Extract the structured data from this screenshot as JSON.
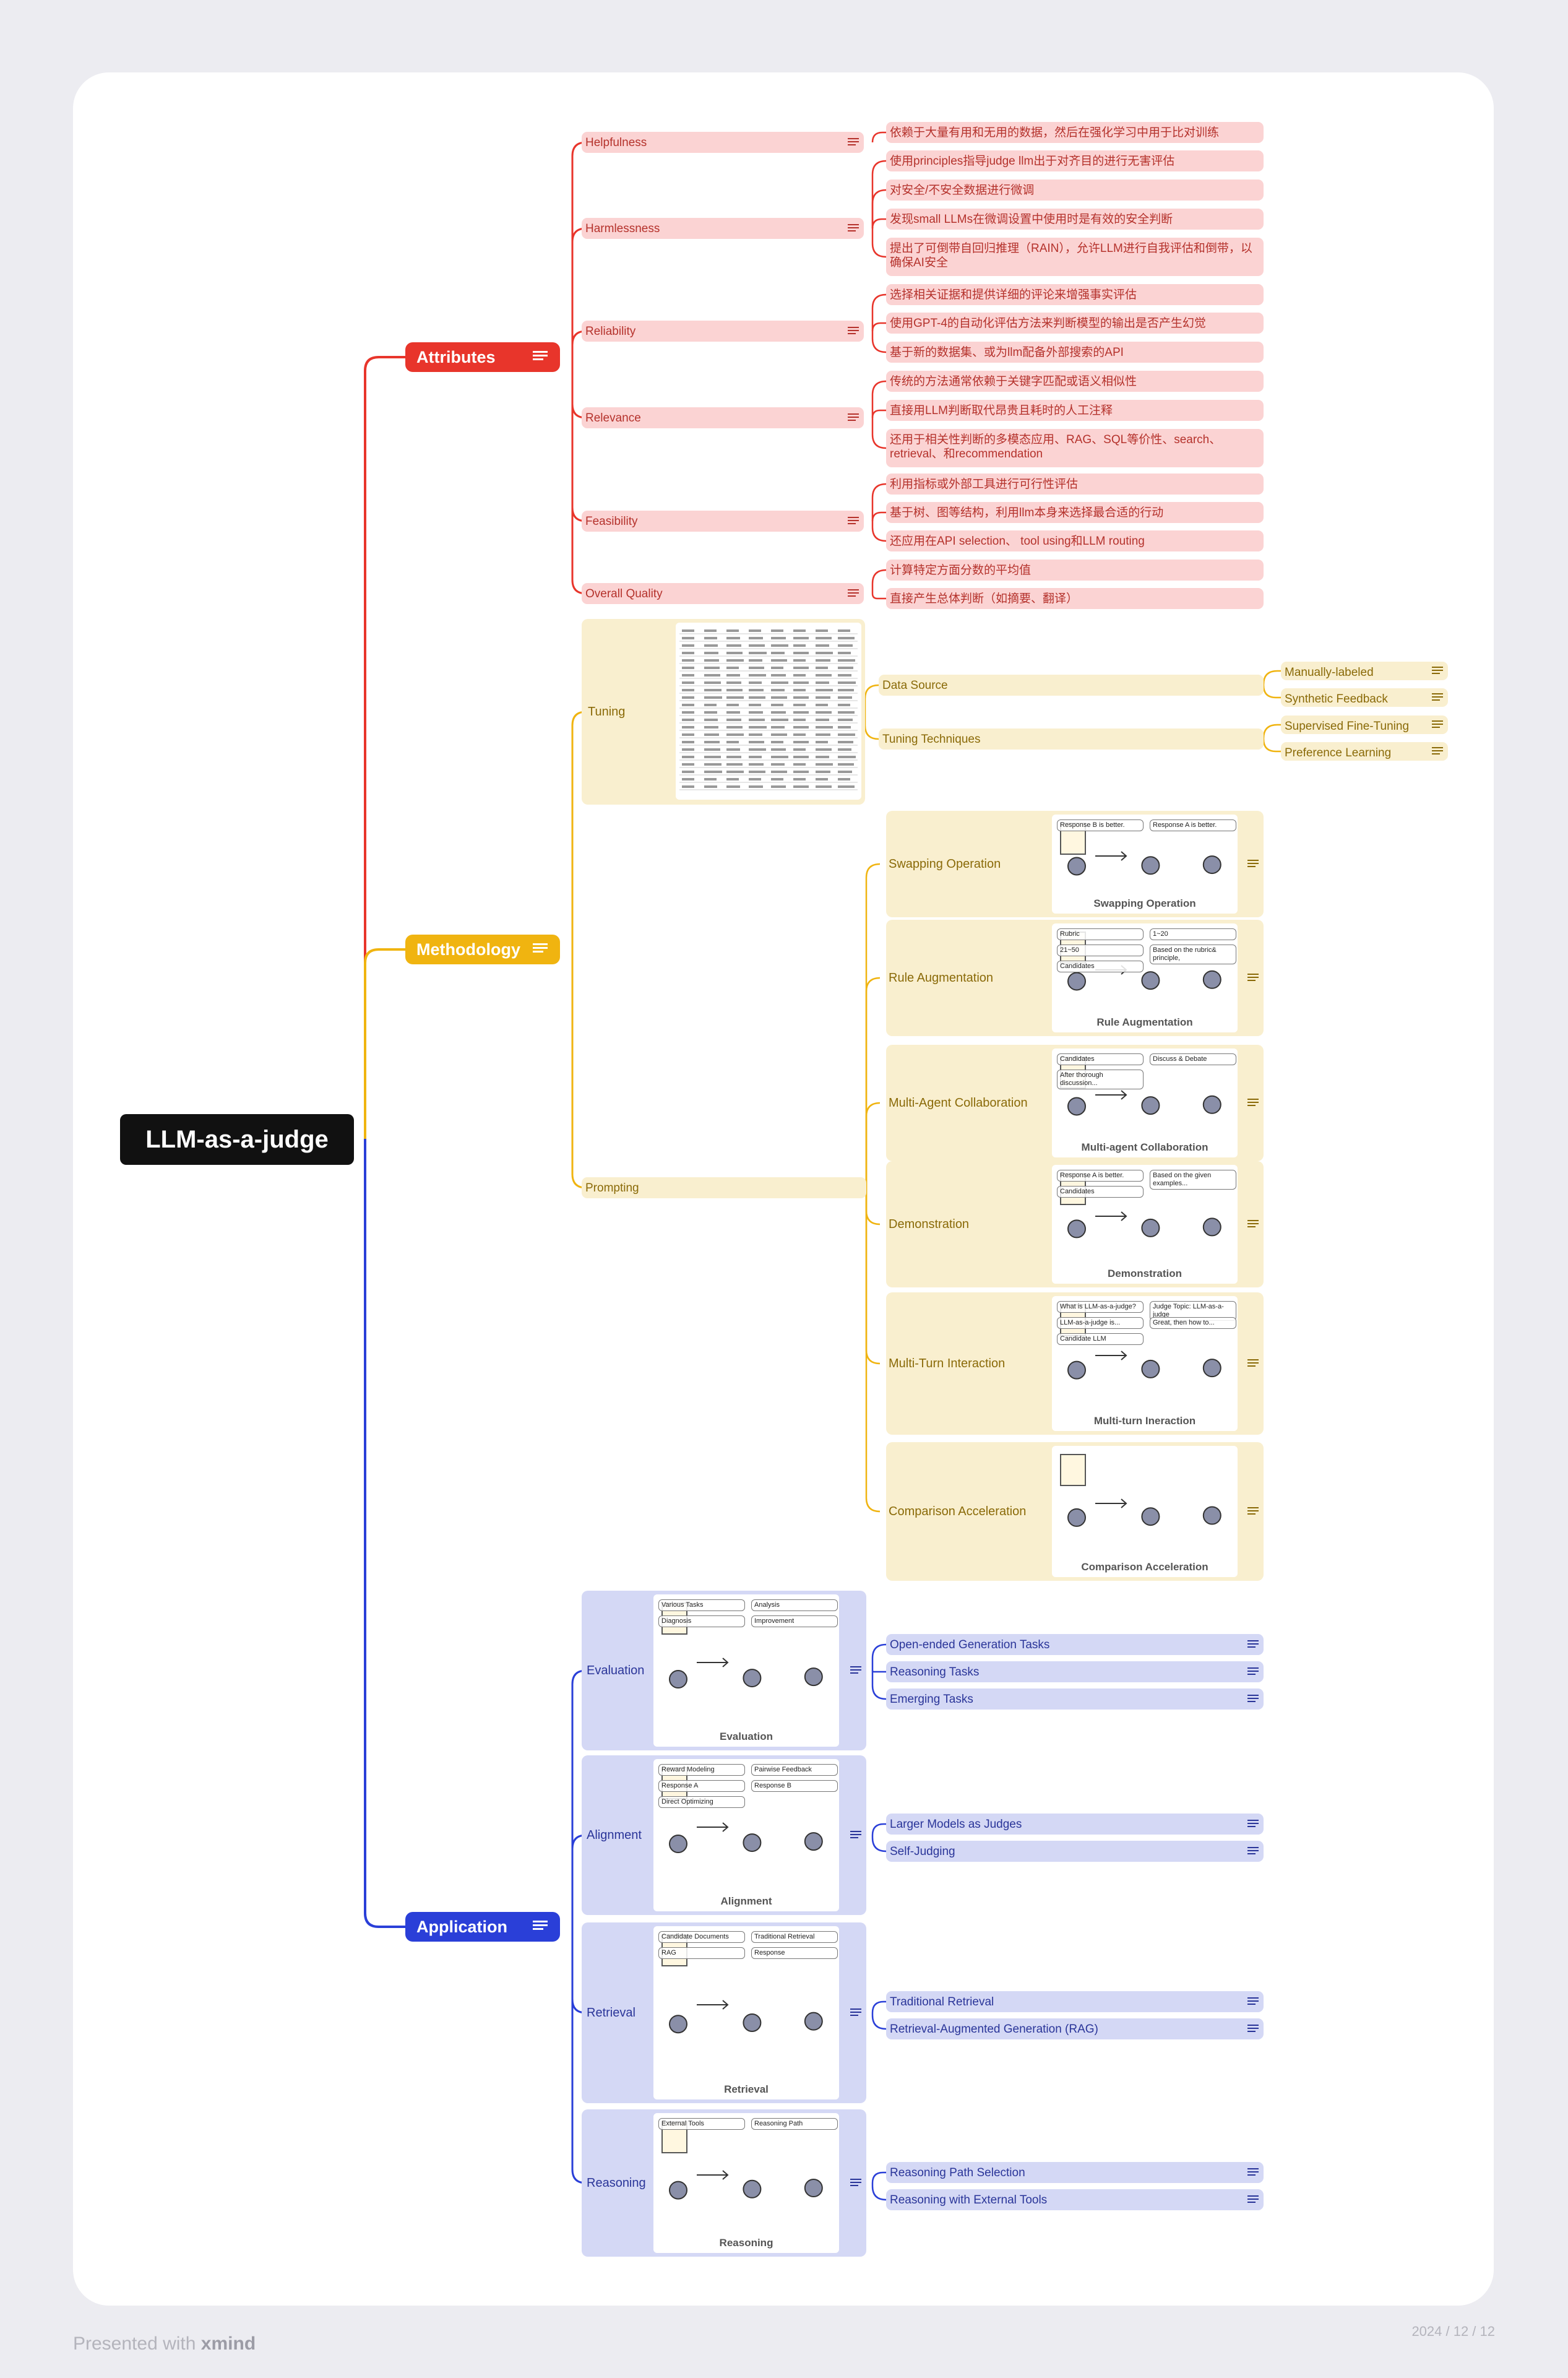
{
  "root": "LLM-as-a-judge",
  "footer": {
    "presented": "Presented with",
    "brand": "xmind",
    "date": "2024 / 12 / 12"
  },
  "colors": {
    "attributes": "#e8352b",
    "methodology": "#f0b410",
    "application": "#2a3fd8"
  },
  "attributes": {
    "label": "Attributes",
    "items": [
      {
        "label": "Helpfulness",
        "leaves": [
          "依赖于大量有用和无用的数据，然后在强化学习中用于比对训练"
        ]
      },
      {
        "label": "Harmlessness",
        "leaves": [
          "使用principles指导judge llm出于对齐目的进行无害评估",
          "对安全/不安全数据进行微调",
          "发现small LLMs在微调设置中使用时是有效的安全判断",
          "提出了可倒带自回归推理（RAIN），允许LLM进行自我评估和倒带，以确保AI安全"
        ]
      },
      {
        "label": "Reliability",
        "leaves": [
          "选择相关证据和提供详细的评论来增强事实评估",
          "使用GPT-4的自动化评估方法来判断模型的输出是否产生幻觉",
          "基于新的数据集、或为llm配备外部搜索的API"
        ]
      },
      {
        "label": "Relevance",
        "leaves": [
          "传统的方法通常依赖于关键字匹配或语义相似性",
          "直接用LLM判断取代昂贵且耗时的人工注释",
          "还用于相关性判断的多模态应用、RAG、SQL等价性、search、retrieval、和recommendation"
        ]
      },
      {
        "label": "Feasibility",
        "leaves": [
          "利用指标或外部工具进行可行性评估",
          "基于树、图等结构，利用llm本身来选择最合适的行动",
          "还应用在API selection、 tool using和LLM routing"
        ]
      },
      {
        "label": "Overall Quality",
        "leaves": [
          "计算特定方面分数的平均值",
          "直接产生总体判断（如摘要、翻译）"
        ]
      }
    ]
  },
  "methodology": {
    "label": "Methodology",
    "tuning": {
      "label": "Tuning",
      "groups": [
        {
          "label": "Data Source",
          "leaves": [
            "Manually-labeled",
            "Synthetic Feedback"
          ]
        },
        {
          "label": "Tuning Techniques",
          "leaves": [
            "Supervised Fine-Tuning",
            "Preference Learning"
          ]
        }
      ]
    },
    "prompting": {
      "label": "Prompting",
      "items": [
        {
          "label": "Swapping Operation",
          "caption": "Swapping Operation",
          "texts": [
            "Response B is better.",
            "Response A is better."
          ]
        },
        {
          "label": "Rule Augmentation",
          "caption": "Rule Augmentation",
          "texts": [
            "Rubric",
            "1~20",
            "21~50",
            "Based on the rubric& principle,",
            "Candidates"
          ]
        },
        {
          "label": "Multi-Agent Collaboration",
          "caption": "Multi-agent Collaboration",
          "texts": [
            "Candidates",
            "Discuss & Debate",
            "After thorough discussion..."
          ]
        },
        {
          "label": "Demonstration",
          "caption": "Demonstration",
          "texts": [
            "Response A is better.",
            "Based on the given examples...",
            "Candidates"
          ]
        },
        {
          "label": "Multi-Turn Interaction",
          "caption": "Multi-turn Ineraction",
          "texts": [
            "What is LLM-as-a-judge?",
            "Judge Topic: LLM-as-a-judge",
            "LLM-as-a-judge is...",
            "Great, then how to...",
            "Candidate LLM"
          ]
        },
        {
          "label": "Comparison Acceleration",
          "caption": "Comparison Acceleration",
          "texts": []
        }
      ]
    }
  },
  "application": {
    "label": "Application",
    "items": [
      {
        "label": "Evaluation",
        "caption": "Evaluation",
        "texts": [
          "Various Tasks",
          "Analysis",
          "Diagnosis",
          "Improvement"
        ],
        "leaves": [
          "Open-ended Generation Tasks",
          "Reasoning Tasks",
          "Emerging Tasks"
        ]
      },
      {
        "label": "Alignment",
        "caption": "Alignment",
        "texts": [
          "Reward Modeling",
          "Pairwise Feedback",
          "Response A",
          "Response B",
          "Direct Optimizing"
        ],
        "leaves": [
          "Larger Models as Judges",
          "Self-Judging"
        ]
      },
      {
        "label": "Retrieval",
        "caption": "Retrieval",
        "texts": [
          "Candidate Documents",
          "Traditional Retrieval",
          "RAG",
          "Response"
        ],
        "leaves": [
          "Traditional Retrieval",
          "Retrieval-Augmented Generation (RAG)"
        ]
      },
      {
        "label": "Reasoning",
        "caption": "Reasoning",
        "texts": [
          "External Tools",
          "Reasoning Path"
        ],
        "leaves": [
          "Reasoning Path Selection",
          "Reasoning with External Tools"
        ]
      }
    ]
  }
}
